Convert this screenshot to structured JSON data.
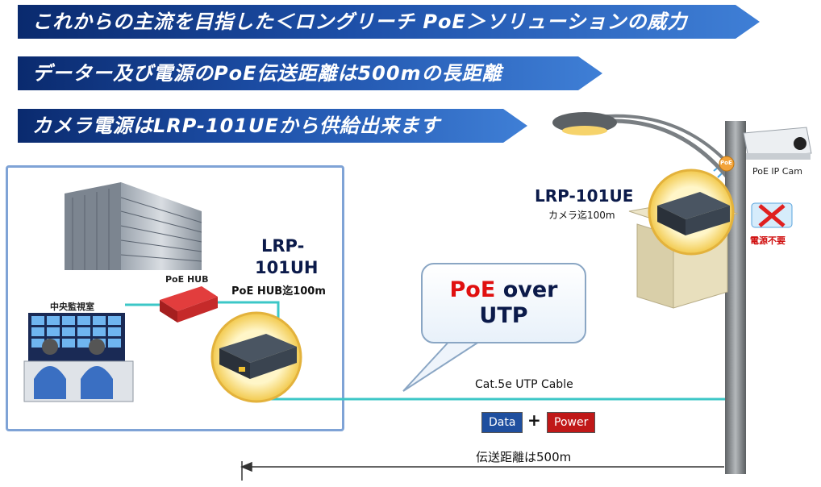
{
  "banners": [
    "これからの主流を目指した＜ロングリーチ PoE＞ソリューションの威力",
    "データー及び電源のPoE伝送距離は500mの長距離",
    "カメラ電源はLRP-101UEから供給出来ます"
  ],
  "labels": {
    "monitoring_room": "中央監視室",
    "poe_hub": "PoE HUB",
    "lrp101uh_line1": "LRP-",
    "lrp101uh_line2": "101UH",
    "lrp101uh_sub": "PoE HUB迄100m",
    "lrp101ue": "LRP-101UE",
    "lrp101ue_sub": "カメラ迄100m",
    "poe_ip_cam": "PoE IP Cam",
    "no_power": "電源不要",
    "poe_badge": "PoE",
    "cable": "Cat.5e UTP Cable",
    "distance": "伝送距離は500m"
  },
  "bubble": {
    "poe": "PoE",
    "over": " over",
    "utp": "UTP"
  },
  "tags": {
    "data": "Data",
    "plus": "+",
    "power": "Power"
  },
  "colors": {
    "banner_dark": "#0a2a6e",
    "banner_light": "#3f7fd6",
    "cable": "#3cc7c7",
    "data_tag": "#1f4f9f",
    "power_tag": "#c01818",
    "poe_red": "#e01010"
  }
}
